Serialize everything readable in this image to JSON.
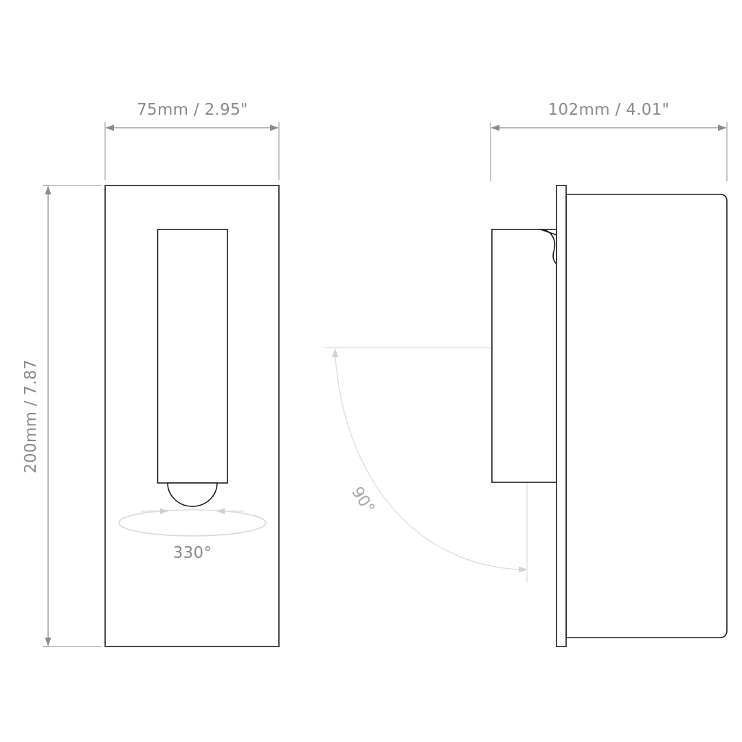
{
  "front_view": {
    "width_label": "75mm / 2.95\"",
    "height_label": "200mm / 7.87",
    "rotation_label": "330°"
  },
  "side_view": {
    "depth_label": "102mm / 4.01\"",
    "tilt_label": "90°"
  }
}
